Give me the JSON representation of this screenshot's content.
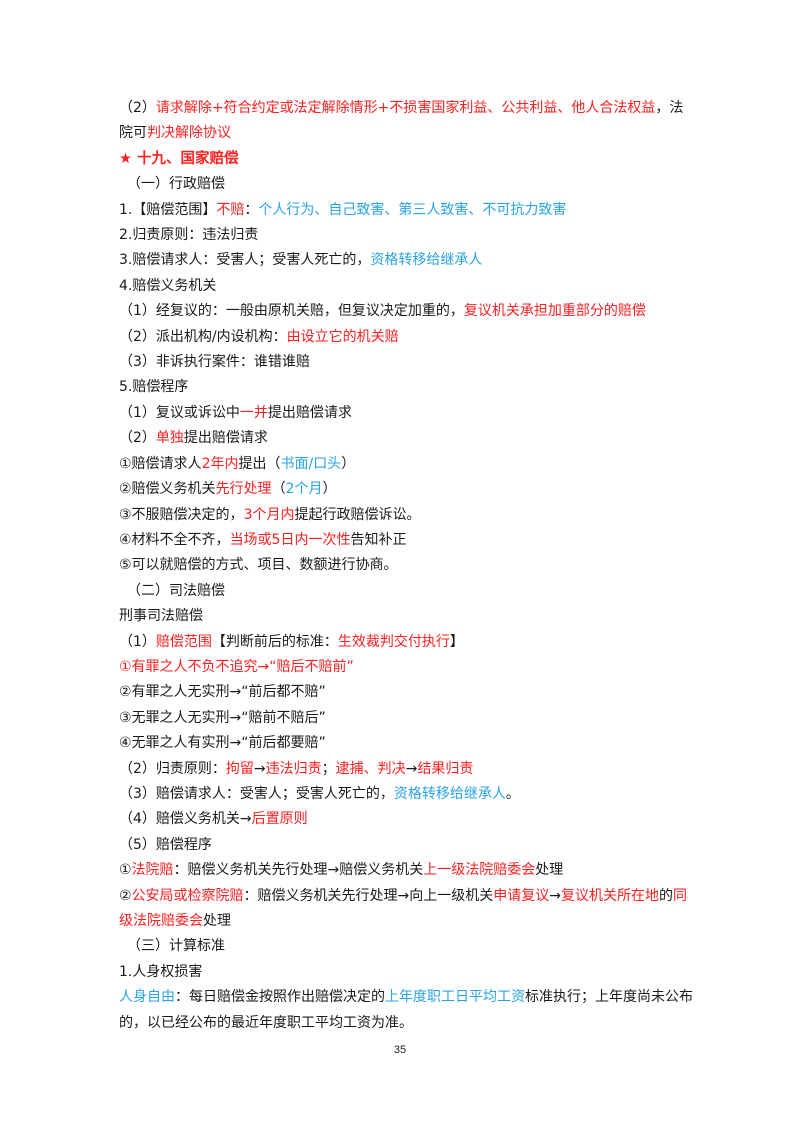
{
  "lines": [
    {
      "cls": "ln wrap",
      "segs": [
        {
          "t": "（2）",
          "c": "k"
        },
        {
          "t": "请求解除+符合约定或法定解除情形+不损害国家利益、公共利益、他人合法权益",
          "c": "r"
        },
        {
          "t": "，法院可",
          "c": "k"
        },
        {
          "t": "判决解除协议",
          "c": "r"
        }
      ]
    },
    {
      "cls": "ln heading",
      "segs": [
        {
          "t": "★ 十九、国家赔偿",
          "c": "r"
        }
      ]
    },
    {
      "cls": "ln indent",
      "segs": [
        {
          "t": "（一）行政赔偿",
          "c": "k"
        }
      ]
    },
    {
      "cls": "ln",
      "segs": [
        {
          "t": "1.【赔偿范围】",
          "c": "k"
        },
        {
          "t": "不赔",
          "c": "r"
        },
        {
          "t": "：",
          "c": "k"
        },
        {
          "t": "个人行为、自己致害、第三人致害、不可抗力致害",
          "c": "b"
        }
      ]
    },
    {
      "cls": "ln",
      "segs": [
        {
          "t": "2.归责原则：违法归责",
          "c": "k"
        }
      ]
    },
    {
      "cls": "ln",
      "segs": [
        {
          "t": "3.赔偿请求人：受害人；受害人死亡的，",
          "c": "k"
        },
        {
          "t": "资格转移给继承人",
          "c": "b"
        }
      ]
    },
    {
      "cls": "ln",
      "segs": [
        {
          "t": "4.赔偿义务机关",
          "c": "k"
        }
      ]
    },
    {
      "cls": "ln",
      "segs": [
        {
          "t": "（1）经复议的：一般由原机关赔，但复议决定加重的，",
          "c": "k"
        },
        {
          "t": "复议机关承担加重部分的赔偿",
          "c": "r"
        }
      ]
    },
    {
      "cls": "ln",
      "segs": [
        {
          "t": "（2）派出机构/内设机构：",
          "c": "k"
        },
        {
          "t": "由设立它的机关赔",
          "c": "r"
        }
      ]
    },
    {
      "cls": "ln",
      "segs": [
        {
          "t": "（3）非诉执行案件：谁错谁赔",
          "c": "k"
        }
      ]
    },
    {
      "cls": "ln",
      "segs": [
        {
          "t": "5.赔偿程序",
          "c": "k"
        }
      ]
    },
    {
      "cls": "ln",
      "segs": [
        {
          "t": "（1）复议或诉讼中",
          "c": "k"
        },
        {
          "t": "一并",
          "c": "r"
        },
        {
          "t": "提出赔偿请求",
          "c": "k"
        }
      ]
    },
    {
      "cls": "ln",
      "segs": [
        {
          "t": "（2）",
          "c": "k"
        },
        {
          "t": "单独",
          "c": "r"
        },
        {
          "t": "提出赔偿请求",
          "c": "k"
        }
      ]
    },
    {
      "cls": "ln",
      "segs": [
        {
          "t": "①赔偿请求人",
          "c": "k"
        },
        {
          "t": "2年内",
          "c": "r"
        },
        {
          "t": "提出（",
          "c": "k"
        },
        {
          "t": "书面/口头",
          "c": "b"
        },
        {
          "t": "）",
          "c": "k"
        }
      ]
    },
    {
      "cls": "ln",
      "segs": [
        {
          "t": "②赔偿义务机关",
          "c": "k"
        },
        {
          "t": "先行处理",
          "c": "r"
        },
        {
          "t": "（",
          "c": "k"
        },
        {
          "t": "2个月",
          "c": "b"
        },
        {
          "t": "）",
          "c": "k"
        }
      ]
    },
    {
      "cls": "ln",
      "segs": [
        {
          "t": "③不服赔偿决定的，",
          "c": "k"
        },
        {
          "t": "3个月内",
          "c": "r"
        },
        {
          "t": "提起行政赔偿诉讼。",
          "c": "k"
        }
      ]
    },
    {
      "cls": "ln",
      "segs": [
        {
          "t": "④材料不全不齐，",
          "c": "k"
        },
        {
          "t": "当场或5日内一次性",
          "c": "r"
        },
        {
          "t": "告知补正",
          "c": "k"
        }
      ]
    },
    {
      "cls": "ln",
      "segs": [
        {
          "t": "⑤可以就赔偿的方式、项目、数额进行协商。",
          "c": "k"
        }
      ]
    },
    {
      "cls": "ln indent",
      "segs": [
        {
          "t": "（二）司法赔偿",
          "c": "k"
        }
      ]
    },
    {
      "cls": "ln",
      "segs": [
        {
          "t": "刑事司法赔偿",
          "c": "k"
        }
      ]
    },
    {
      "cls": "ln",
      "segs": [
        {
          "t": "（1）",
          "c": "k"
        },
        {
          "t": "赔偿范围",
          "c": "r"
        },
        {
          "t": "【判断前后的标准：",
          "c": "k"
        },
        {
          "t": "生效裁判交付执行",
          "c": "r"
        },
        {
          "t": "】",
          "c": "k"
        }
      ]
    },
    {
      "cls": "ln",
      "segs": [
        {
          "t": "①有罪之人不负不追究→“赔后不赔前”",
          "c": "r"
        }
      ]
    },
    {
      "cls": "ln",
      "segs": [
        {
          "t": "②有罪之人无实刑→“前后都不赔”",
          "c": "k"
        }
      ]
    },
    {
      "cls": "ln",
      "segs": [
        {
          "t": "③无罪之人无实刑→“赔前不赔后”",
          "c": "k"
        }
      ]
    },
    {
      "cls": "ln",
      "segs": [
        {
          "t": "④无罪之人有实刑→“前后都要赔”",
          "c": "k"
        }
      ]
    },
    {
      "cls": "ln",
      "segs": [
        {
          "t": "（2）归责原则：",
          "c": "k"
        },
        {
          "t": "拘留",
          "c": "r"
        },
        {
          "t": "→",
          "c": "k"
        },
        {
          "t": "违法归责",
          "c": "r"
        },
        {
          "t": "；",
          "c": "k"
        },
        {
          "t": "逮捕、判决",
          "c": "r"
        },
        {
          "t": "→",
          "c": "k"
        },
        {
          "t": "结果归责",
          "c": "r"
        }
      ]
    },
    {
      "cls": "ln",
      "segs": [
        {
          "t": "（3）赔偿请求人：受害人；受害人死亡的，",
          "c": "k"
        },
        {
          "t": "资格转移给继承人",
          "c": "b"
        },
        {
          "t": "。",
          "c": "k"
        }
      ]
    },
    {
      "cls": "ln",
      "segs": [
        {
          "t": "（4）赔偿义务机关→",
          "c": "k"
        },
        {
          "t": "后置原则",
          "c": "r"
        }
      ]
    },
    {
      "cls": "ln",
      "segs": [
        {
          "t": "（5）赔偿程序",
          "c": "k"
        }
      ]
    },
    {
      "cls": "ln",
      "segs": [
        {
          "t": "①",
          "c": "k"
        },
        {
          "t": "法院赔",
          "c": "r"
        },
        {
          "t": "：赔偿义务机关先行处理→赔偿义务机关",
          "c": "k"
        },
        {
          "t": "上一级法院赔委会",
          "c": "r"
        },
        {
          "t": "处理",
          "c": "k"
        }
      ]
    },
    {
      "cls": "ln wrap",
      "segs": [
        {
          "t": "②",
          "c": "k"
        },
        {
          "t": "公安局或检察院赔",
          "c": "r"
        },
        {
          "t": "：赔偿义务机关先行处理→向上一级机关",
          "c": "k"
        },
        {
          "t": "申请复议",
          "c": "r"
        },
        {
          "t": "→",
          "c": "k"
        },
        {
          "t": "复议机关所在地",
          "c": "r"
        },
        {
          "t": "的",
          "c": "k"
        },
        {
          "t": "同级法院赔委会",
          "c": "r"
        },
        {
          "t": "处理",
          "c": "k"
        }
      ]
    },
    {
      "cls": "ln indent",
      "segs": [
        {
          "t": "（三）计算标准",
          "c": "k"
        }
      ]
    },
    {
      "cls": "ln",
      "segs": [
        {
          "t": "1.人身权损害",
          "c": "k"
        }
      ]
    },
    {
      "cls": "ln wrap",
      "segs": [
        {
          "t": "人身自由",
          "c": "b"
        },
        {
          "t": "：每日赔偿金按照作出赔偿决定的",
          "c": "k"
        },
        {
          "t": "上年度职工日平均工资",
          "c": "b"
        },
        {
          "t": "标准执行；上年度尚未公布的，以已经公布的最近年度职工平均工资为准。",
          "c": "k"
        }
      ]
    }
  ],
  "page_number": "35"
}
